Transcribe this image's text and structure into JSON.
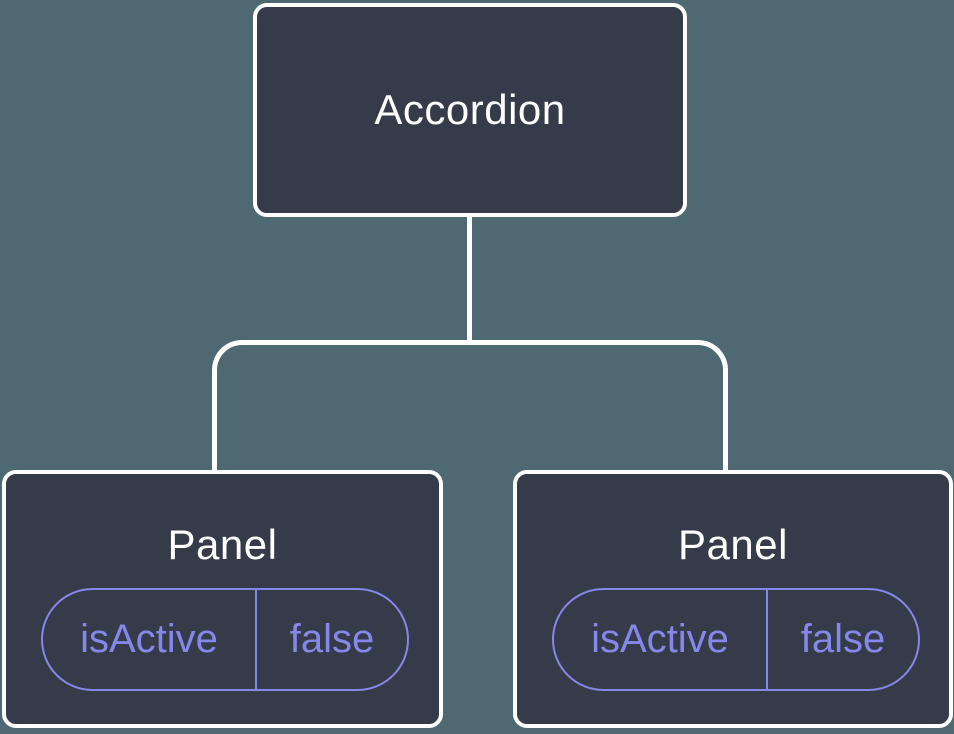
{
  "colors": {
    "background": "#4E6972",
    "card": "#353B48",
    "line": "#FFFFFF",
    "accent": "#8588EA",
    "label": "#FFFFFF"
  },
  "diagram": {
    "root": {
      "label": "Accordion"
    },
    "panels": [
      {
        "label": "Panel",
        "prop_name": "isActive",
        "prop_value": "false"
      },
      {
        "label": "Panel",
        "prop_name": "isActive",
        "prop_value": "false"
      }
    ]
  }
}
